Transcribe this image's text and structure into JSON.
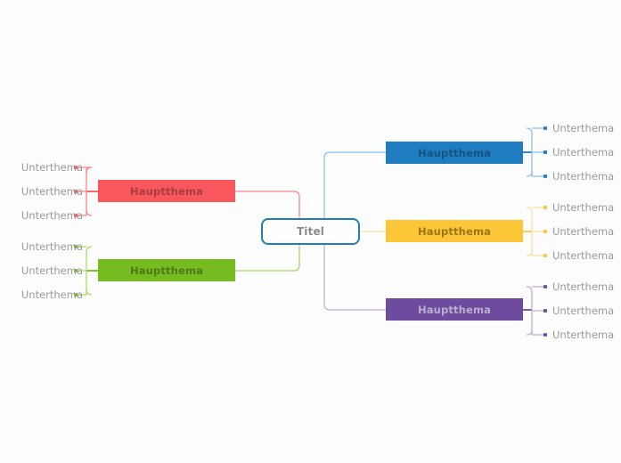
{
  "document": {
    "title": "Mindmap",
    "background_color": "#fdfdfd"
  },
  "root": {
    "label": "Titel",
    "fill": "#fefefe",
    "border_color": "#1f7cc0",
    "text_color": "#8a8a8a"
  },
  "sub_label": "Unterthema",
  "branches": [
    {
      "id": "branch-red",
      "side": "left",
      "label": "Hauptthema",
      "fill": "#f9575c",
      "line_color": "#f9868a",
      "text_color": "#a83d41",
      "children": [
        {
          "label": "Unterthema"
        },
        {
          "label": "Unterthema"
        },
        {
          "label": "Unterthema"
        }
      ]
    },
    {
      "id": "branch-green",
      "side": "left",
      "label": "Hauptthema",
      "fill": "#76bc21",
      "line_color": "#a7d96a",
      "text_color": "#4c7a17",
      "children": [
        {
          "label": "Unterthema"
        },
        {
          "label": "Unterthema"
        },
        {
          "label": "Unterthema"
        }
      ]
    },
    {
      "id": "branch-blue",
      "side": "right",
      "label": "Hauptthema",
      "fill": "#1f7cc0",
      "line_color": "#8ec2e4",
      "text_color": "#14537f",
      "children": [
        {
          "label": "Unterthema"
        },
        {
          "label": "Unterthema"
        },
        {
          "label": "Unterthema"
        }
      ]
    },
    {
      "id": "branch-yellow",
      "side": "right",
      "label": "Hauptthema",
      "fill": "#fcc638",
      "line_color": "#fde1a0",
      "text_color": "#9c7615",
      "children": [
        {
          "label": "Unterthema"
        },
        {
          "label": "Unterthema"
        },
        {
          "label": "Unterthema"
        }
      ]
    },
    {
      "id": "branch-purple",
      "side": "right",
      "label": "Hauptthema",
      "fill": "#6e4b9e",
      "line_color": "#c0aed8",
      "text_color": "#b9aecb",
      "children": [
        {
          "label": "Unterthema"
        },
        {
          "label": "Unterthema"
        },
        {
          "label": "Unterthema"
        }
      ]
    }
  ]
}
